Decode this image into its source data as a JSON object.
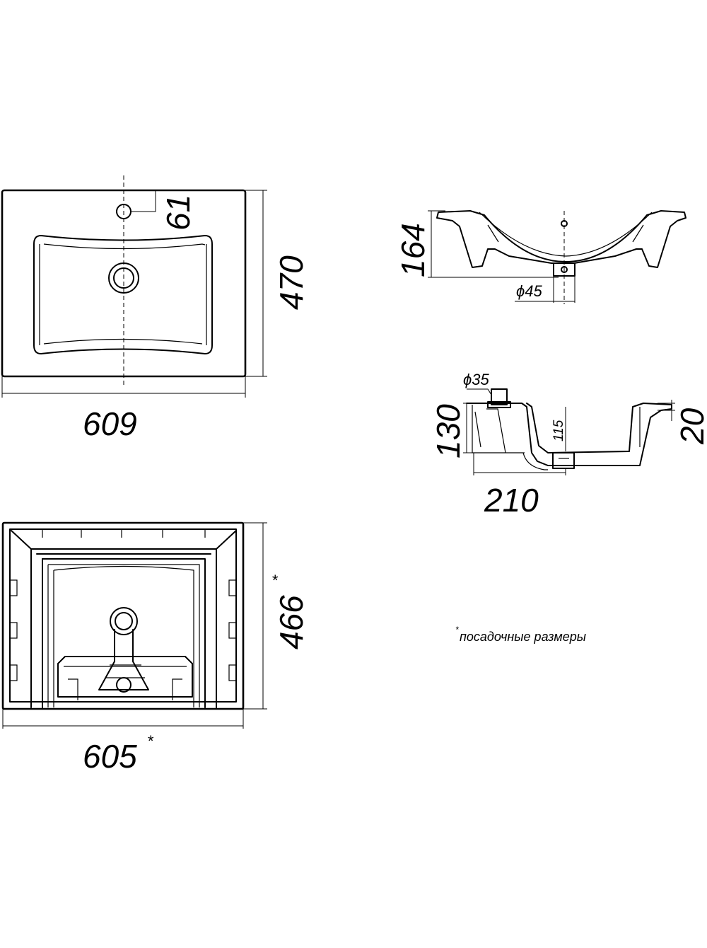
{
  "top_view": {
    "width": "609",
    "depth": "470",
    "tap_offset": "61"
  },
  "front_section": {
    "height": "164",
    "drain_diameter": "ϕ45"
  },
  "side_section": {
    "overflow_diameter": "ϕ35",
    "height": "130",
    "bowl_depth": "115",
    "rim": "20",
    "drain_offset": "210"
  },
  "bottom_view": {
    "width": "605",
    "width_mark": "*",
    "depth": "466",
    "depth_mark": "*"
  },
  "note": {
    "mark": "*",
    "text": "посадочные размеры"
  }
}
